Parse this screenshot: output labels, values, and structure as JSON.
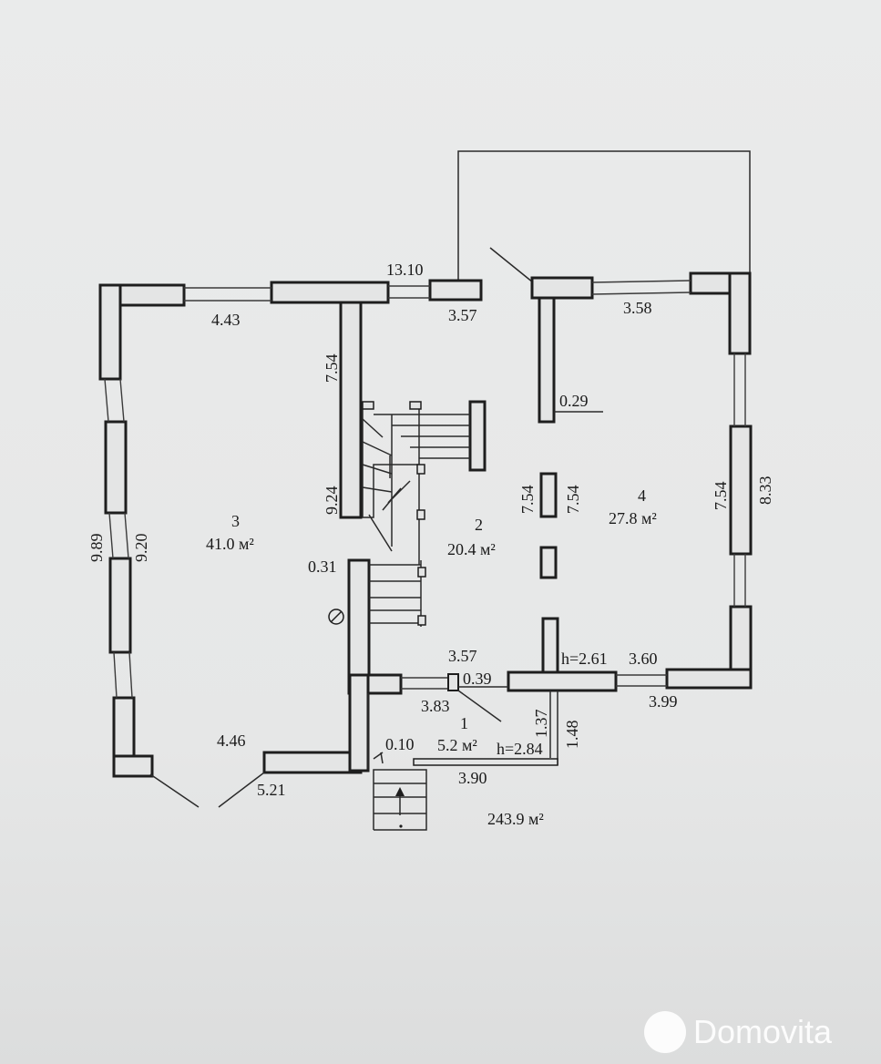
{
  "rooms": [
    {
      "number": "1",
      "area": "5.2 м²"
    },
    {
      "number": "2",
      "area": "20.4 м²"
    },
    {
      "number": "3",
      "area": "41.0 м²"
    },
    {
      "number": "4",
      "area": "27.8 м²"
    }
  ],
  "dimensions": {
    "d_13_10": "13.10",
    "d_4_43": "4.43",
    "d_3_57_top": "3.57",
    "d_3_58": "3.58",
    "d_7_54_a": "7.54",
    "d_0_29": "0.29",
    "d_9_24": "9.24",
    "d_9_89": "9.89",
    "d_9_20": "9.20",
    "d_0_31": "0.31",
    "d_7_54_b": "7.54",
    "d_7_54_c": "7.54",
    "d_7_54_d": "7.54",
    "d_8_33": "8.33",
    "d_3_57_bottom": "3.57",
    "d_0_39": "0.39",
    "h_2_61": "h=2.61",
    "d_3_60": "3.60",
    "d_3_83": "3.83",
    "d_3_99": "3.99",
    "d_1_37": "1.37",
    "d_1_48": "1.48",
    "d_4_46": "4.46",
    "d_0_10": "0.10",
    "h_2_84": "h=2.84",
    "d_5_21": "5.21",
    "d_3_90": "3.90"
  },
  "total_area": "243.9 м²",
  "watermark": {
    "text": "Domovita",
    "icon": "domovita-logo-icon"
  },
  "colors": {
    "background": "#e7e8e8",
    "lines": "#1e1e1e"
  }
}
